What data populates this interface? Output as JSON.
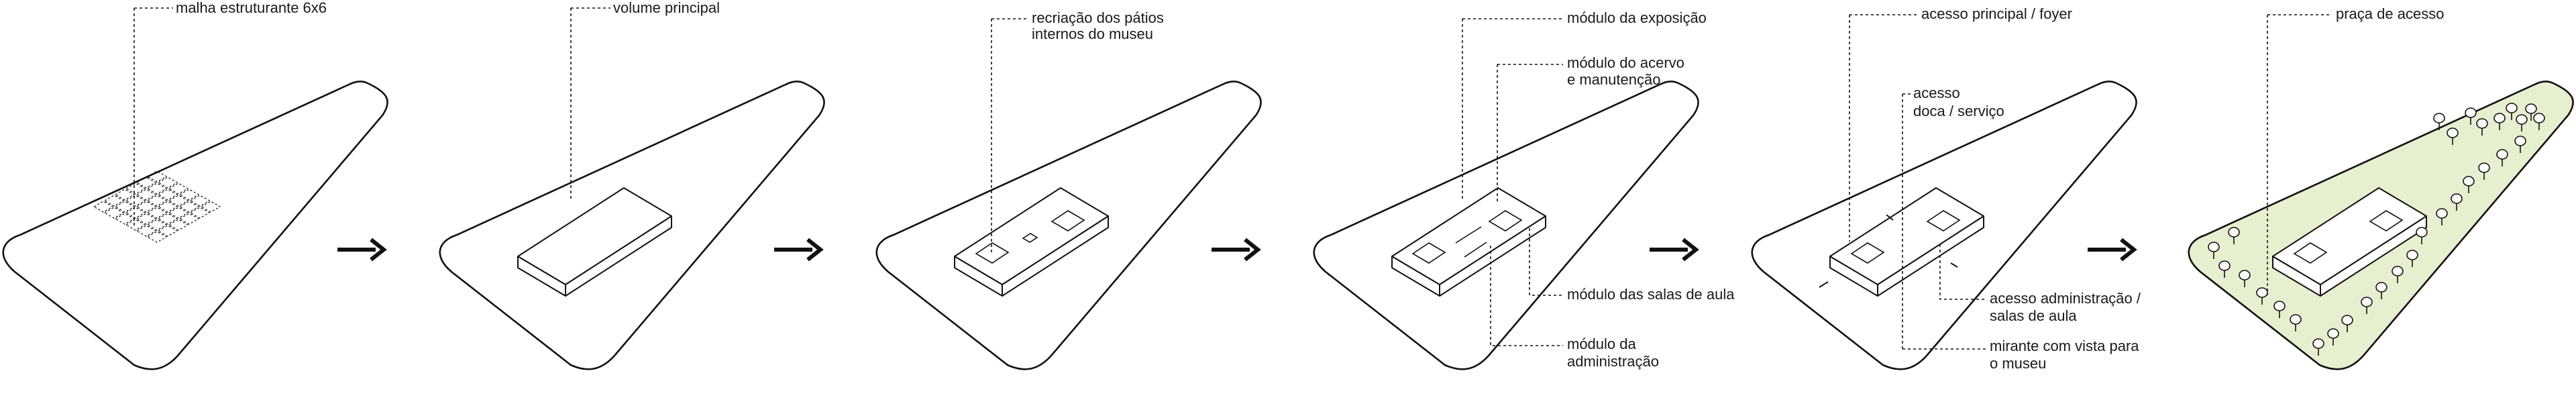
{
  "panels": [
    {
      "labels": [
        "malha estruturante 6x6"
      ]
    },
    {
      "labels": [
        "volume principal"
      ]
    },
    {
      "labels": [
        "recriação dos pátios",
        "internos do museu"
      ]
    },
    {
      "labels": [
        "módulo da exposição",
        "módulo do acervo",
        "e manutenção",
        "módulo das salas de aula",
        "módulo da",
        "administração"
      ]
    },
    {
      "labels": [
        "acesso principal / foyer",
        "acesso",
        "doca / serviço",
        "acesso administração /",
        "salas de aula",
        "mirante com vista para",
        "o museu"
      ]
    },
    {
      "labels": [
        "praça de acesso"
      ]
    }
  ],
  "colors": {
    "line": "#111111",
    "plaza_fill": "#e6efcf",
    "background": "#ffffff"
  },
  "icons": [
    "arrow-right-icon",
    "tree-icon"
  ]
}
